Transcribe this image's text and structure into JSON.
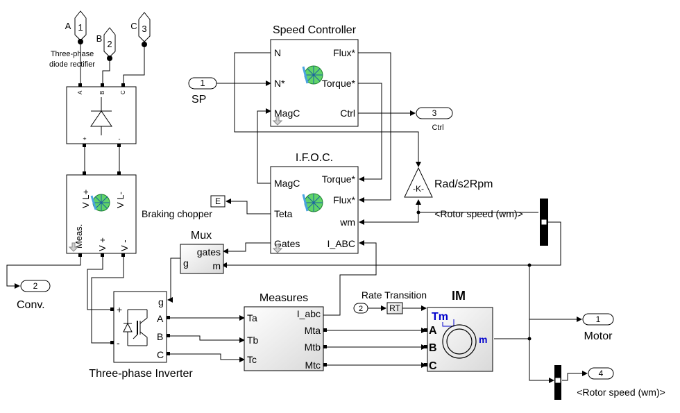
{
  "inports": {
    "a": {
      "num": "1",
      "letter": "A"
    },
    "b": {
      "num": "2",
      "letter": "B"
    },
    "c": {
      "num": "3",
      "letter": "C"
    }
  },
  "rectifier": {
    "name_line1": "Three-phase",
    "name_line2": "diode rectifier",
    "port_a": "A",
    "port_b": "B",
    "port_c": "C",
    "port_plus": "+",
    "port_minus": "-"
  },
  "dc_meas": {
    "name": "Meas.",
    "p1": "V L+",
    "p2": "V L-",
    "p3": "V +",
    "p4": "V -"
  },
  "conv_out": {
    "num": "2",
    "label": "Conv."
  },
  "sp_in": {
    "num": "1",
    "label": "SP"
  },
  "speed_controller": {
    "title": "Speed Controller",
    "in_n": "N",
    "in_nstar": "N*",
    "in_magc": "MagC",
    "out_flux": "Flux*",
    "out_torque": "Torque*",
    "out_ctrl": "Ctrl"
  },
  "ctrl_out": {
    "num": "3",
    "label": "Ctrl"
  },
  "ifoc": {
    "title": "I.F.O.C.",
    "magc": "MagC",
    "teta": "Teta",
    "gates": "Gates",
    "torque": "Torque*",
    "flux": "Flux*",
    "wm": "wm",
    "iabc": "I_ABC"
  },
  "gain": {
    "symbol": "-K-",
    "label": "Rad/s2Rpm"
  },
  "braking": {
    "label": "Braking chopper",
    "tag": "E"
  },
  "rotor_sel1": {
    "label": "<Rotor speed (wm)>"
  },
  "mux": {
    "title": "Mux",
    "gates": "gates",
    "g": "g",
    "m": "m"
  },
  "inverter": {
    "name": "Three-phase Inverter",
    "g": "g",
    "a": "A",
    "b": "B",
    "c": "C",
    "plus": "+",
    "minus": "-"
  },
  "measures": {
    "title": "Measures",
    "ta": "Ta",
    "tb": "Tb",
    "tc": "Tc",
    "iabc": "I_abc",
    "mta": "Mta",
    "mtb": "Mtb",
    "mtc": "Mtc"
  },
  "rate": {
    "title": "Rate Transition",
    "num": "2",
    "symbol": "RT"
  },
  "im": {
    "title": "IM",
    "tm": "Tm",
    "m": "m",
    "a": "A",
    "b": "B",
    "c": "C"
  },
  "motor_out": {
    "num": "1",
    "label": "Motor"
  },
  "rotor_out": {
    "num": "4",
    "label": "<Rotor speed (wm)>"
  },
  "colors": {
    "accent_blue": "#0000cc",
    "icon_green": "#5fd36a",
    "icon_blue": "#4aa3e0"
  }
}
